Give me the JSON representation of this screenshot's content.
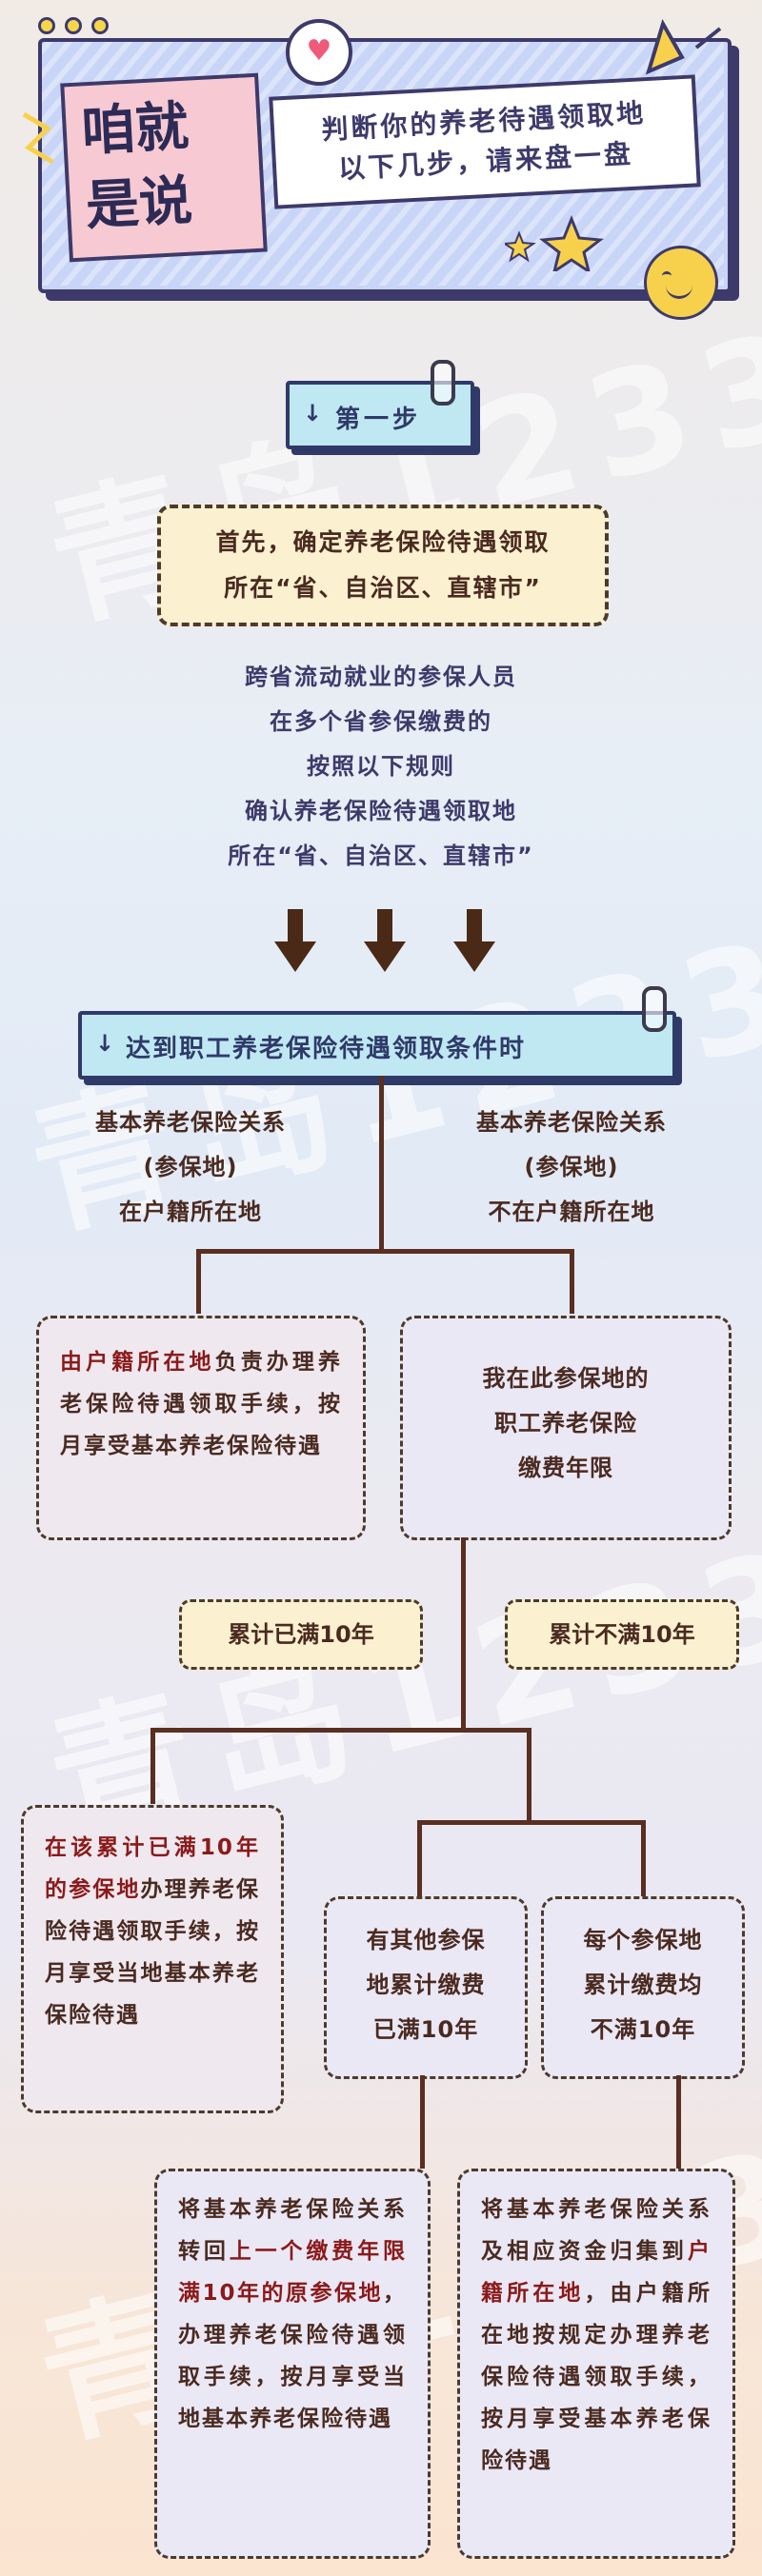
{
  "header": {
    "big1": "咱就",
    "big2": "是说",
    "line1": "判断你的养老待遇领取地",
    "line2": "以下几步，请来盘一盘"
  },
  "watermark": "青岛12333",
  "step1": {
    "label": "第一步"
  },
  "box_intro": {
    "line1": "首先，确定养老保险待遇领取",
    "line2": "所在“省、自治区、直辖市”"
  },
  "rules": [
    "跨省流动就业的参保人员",
    "在多个省参保缴费的",
    "按照以下规则",
    "确认养老保险待遇领取地",
    "所在“省、自治区、直辖市”"
  ],
  "step2": {
    "label": "达到职工养老保险待遇领取条件时"
  },
  "branch_left": [
    "基本养老保险关系",
    "(参保地)",
    "在户籍所在地"
  ],
  "branch_right": [
    "基本养老保险关系",
    "(参保地)",
    "不在户籍所在地"
  ],
  "box_left": {
    "red": "由户籍所在地",
    "rest": "负责办理养老保险待遇领取手续，按月享受基本养老保险待遇"
  },
  "box_right": [
    "我在此参保地的",
    "职工养老保险",
    "缴费年限"
  ],
  "pill_full": "累计已满10年",
  "pill_notfull": "累计不满10年",
  "box_full": {
    "red": "在该累计已满10年的参保地",
    "rest": "办理养老保险待遇领取手续，按月享受当地基本养老保险待遇"
  },
  "box_other": [
    "有其他参保",
    "地累计缴费",
    "已满10年"
  ],
  "box_each": [
    "每个参保地",
    "累计缴费均",
    "不满10年"
  ],
  "final_left": {
    "a": "将基本养老保险关系转回",
    "red": "上一个缴费年限满10年的原参保地",
    "b": "，办理养老保险待遇领取手续，按月享受当地基本养老保险待遇"
  },
  "final_right": {
    "a": "将基本养老保险关系及相应资金归集到",
    "red": "户籍所在地",
    "b": "，由户籍所在地按规定办理养老保险待遇领取手续，按月享受基本养老保险待遇"
  }
}
